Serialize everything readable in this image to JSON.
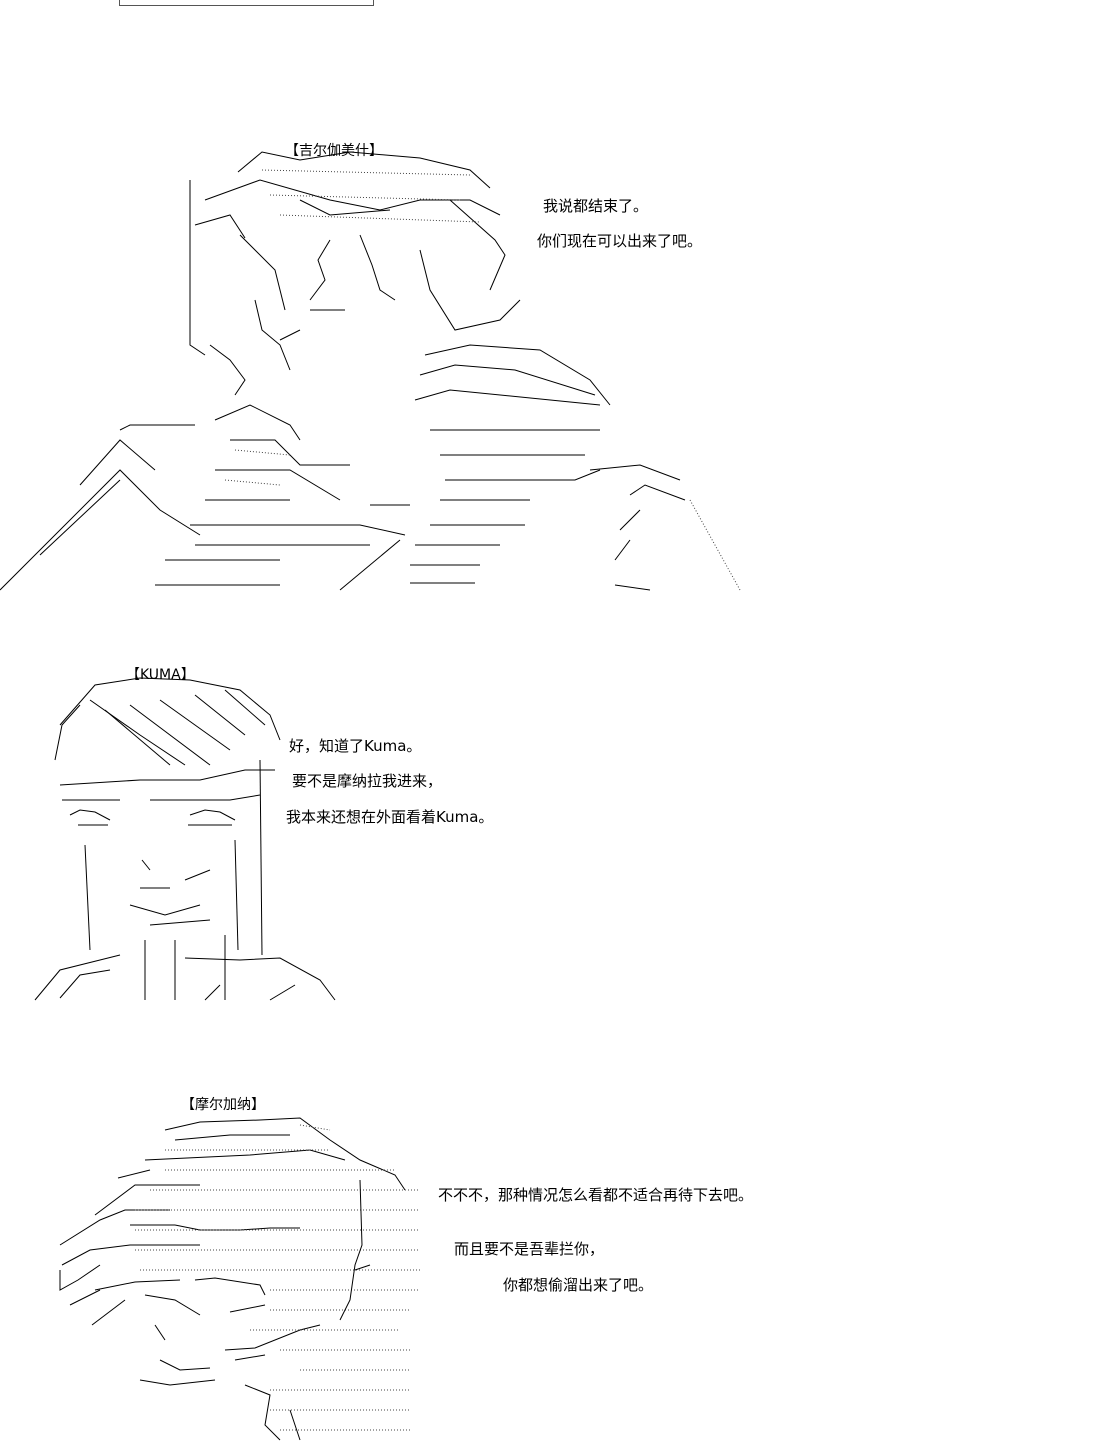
{
  "scenes": [
    {
      "speaker": "【吉尔伽美什】",
      "lines": [
        "我说都结束了。",
        "你们现在可以出来了吧。"
      ]
    },
    {
      "speaker": "【KUMA】",
      "lines": [
        "好，知道了Kuma。",
        "要不是摩纳拉我进来，",
        "我本来还想在外面看着Kuma。"
      ]
    },
    {
      "speaker": "【摩尔加纳】",
      "lines": [
        "不不不，那种情况怎么看都不适合再待下去吧。",
        "而且要不是吾辈拦你，",
        "你都想偷溜出来了吧。"
      ]
    }
  ]
}
